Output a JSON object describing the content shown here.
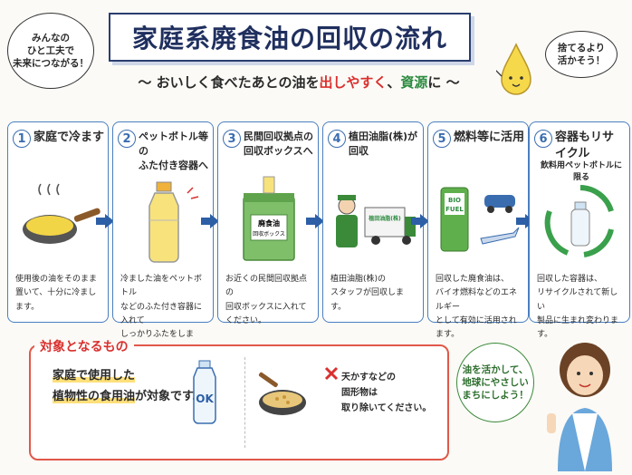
{
  "bubble_top_left": [
    "みんなの",
    "ひと工夫で",
    "未来につながる！"
  ],
  "title": "家庭系廃食油の回収の流れ",
  "subtitle": {
    "prefix": "〜 おいしく食べたあとの油を",
    "red": "出しやすく",
    "comma": "、",
    "green": "資源",
    "suffix": "に 〜"
  },
  "bubble_top_right": [
    "捨てるより",
    "活かそう！"
  ],
  "steps": [
    {
      "num": "1",
      "title": [
        "家庭で冷ます"
      ],
      "sub": "",
      "desc": [
        "使用後の油をそのまま",
        "置いて、十分に冷まします。"
      ]
    },
    {
      "num": "2",
      "title": [
        "ペットボトル等の",
        "ふた付き容器へ"
      ],
      "sub": "",
      "desc": [
        "冷ました油をペットボトル",
        "などのふた付き容器に入れて",
        "しっかりふたをします。"
      ]
    },
    {
      "num": "3",
      "title": [
        "民間回収拠点の",
        "回収ボックスへ"
      ],
      "sub": "",
      "desc": [
        "お近くの民間回収拠点の",
        "回収ボックスに入れて",
        "ください。"
      ]
    },
    {
      "num": "4",
      "title": [
        "植田油脂(株)が",
        "回収"
      ],
      "sub": "",
      "desc": [
        "植田油脂(株)の",
        "スタッフが回収します。"
      ]
    },
    {
      "num": "5",
      "title": [
        "燃料等に活用"
      ],
      "sub": "",
      "desc": [
        "回収した廃食油は、",
        "バイオ燃料などのエネルギー",
        "として有効に活用されます。"
      ]
    },
    {
      "num": "6",
      "title": [
        "容器もリサイクル"
      ],
      "sub": "飲料用ペットボトルに限る",
      "desc": [
        "回収した容器は、",
        "リサイクルされて新しい",
        "製品に生まれ変わります。"
      ]
    }
  ],
  "box_label": [
    "廃食油",
    "回収ボックス"
  ],
  "truck_label": "植田油脂(株)",
  "bio_label": [
    "BIO",
    "FUEL"
  ],
  "target": {
    "title": "対象となるもの",
    "line1": "家庭で使用した",
    "line2a": "植物性の食用油",
    "line2b": "が対象です。",
    "ok": "OK",
    "note": [
      "天かすなどの",
      "固形物は",
      "取り除いてください。"
    ]
  },
  "bubble_bottom_right": [
    "油を活かして、",
    "地球にやさしい",
    "まちにしよう！"
  ],
  "colors": {
    "navy": "#1f2f5e",
    "blue": "#3a6db0",
    "green": "#2b8a3e",
    "red": "#d9302e",
    "oil": "#f2d447"
  }
}
